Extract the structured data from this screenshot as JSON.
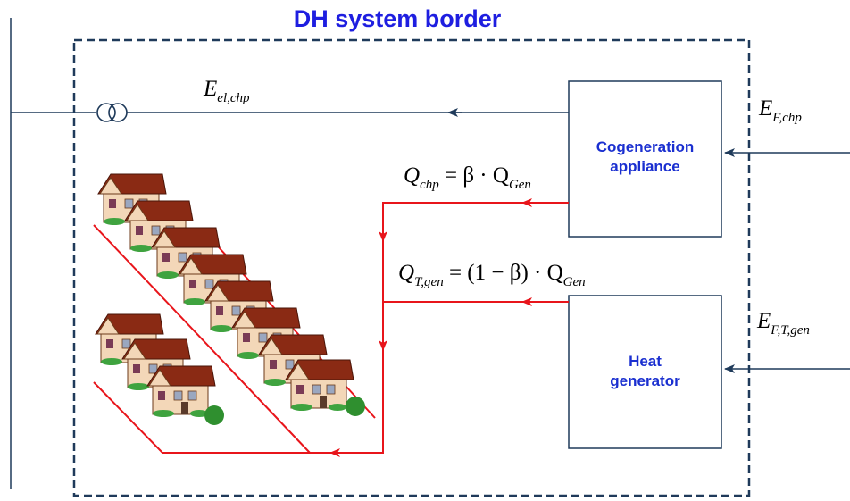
{
  "title": "DH system border",
  "cogeneration": {
    "line1": "Cogeneration",
    "line2": "appliance"
  },
  "heat_generator": {
    "line1": "Heat",
    "line2": "generator"
  },
  "labels": {
    "e_el_chp": {
      "base": "E",
      "sub": "el,chp"
    },
    "e_f_chp": {
      "base": "E",
      "sub": "F,chp"
    },
    "e_f_t_gen": {
      "base": "E",
      "sub": "F,T,gen"
    },
    "q_chp": {
      "lhs": "Q",
      "lhs_sub": "chp",
      "rhs": "= β · Q",
      "rhs_sub": "Gen"
    },
    "q_t_gen": {
      "lhs": "Q",
      "lhs_sub": "T,gen",
      "rhs": "= (1 − β) · Q",
      "rhs_sub": "Gen"
    }
  },
  "colors": {
    "border": "#1f3a5a",
    "electric": "#1f3a5a",
    "heat": "#e8151b",
    "title": "#1e1ee0",
    "box_text": "#1a2fd0"
  }
}
